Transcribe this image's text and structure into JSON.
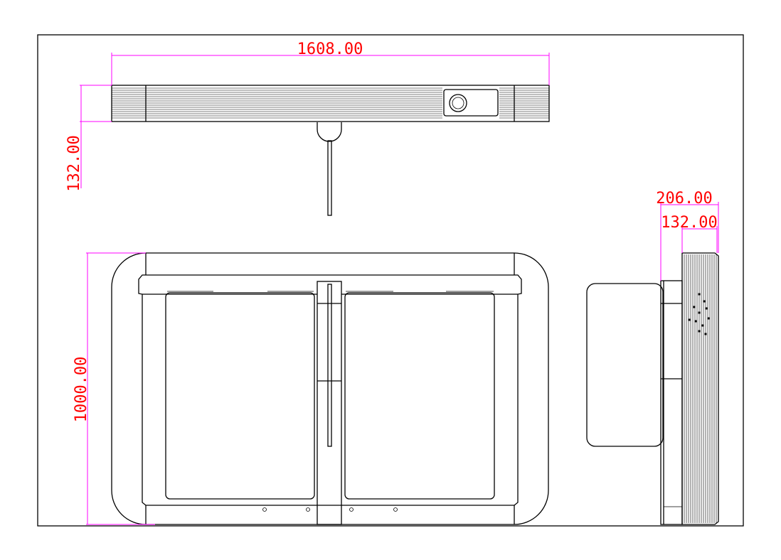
{
  "colors": {
    "dimension_text": "#ff0000",
    "dimension_line": "#ff00ff",
    "outline": "#000000",
    "background": "#ffffff"
  },
  "dimensions": {
    "top_width": "1608.00",
    "top_height": "132.00",
    "front_height": "1000.00",
    "side_total_depth": "206.00",
    "side_body_depth": "132.00"
  }
}
